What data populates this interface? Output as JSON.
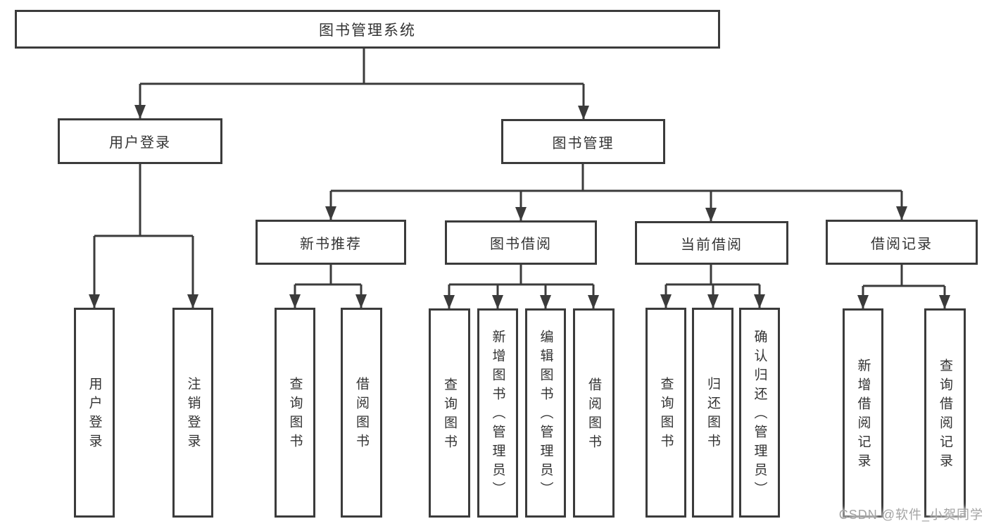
{
  "tree": {
    "label": "图书管理系统",
    "children": [
      {
        "label": "用户登录",
        "children": [
          {
            "label": "用户登录"
          },
          {
            "label": "注销登录"
          }
        ]
      },
      {
        "label": "图书管理",
        "children": [
          {
            "label": "新书推荐",
            "children": [
              {
                "label": "查询图书"
              },
              {
                "label": "借阅图书"
              }
            ]
          },
          {
            "label": "图书借阅",
            "children": [
              {
                "label": "查询图书"
              },
              {
                "label": "新增图书（管理员）"
              },
              {
                "label": "编辑图书（管理员）"
              },
              {
                "label": "借阅图书"
              }
            ]
          },
          {
            "label": "当前借阅",
            "children": [
              {
                "label": "查询图书"
              },
              {
                "label": "归还图书"
              },
              {
                "label": "确认归还（管理员）"
              }
            ]
          },
          {
            "label": "借阅记录",
            "children": [
              {
                "label": "新增借阅记录"
              },
              {
                "label": "查询借阅记录"
              }
            ]
          }
        ]
      }
    ]
  },
  "watermark": {
    "text": "CSDN @软件_小贺同学"
  },
  "colors": {
    "line": "#3b3b3b",
    "text": "#333333",
    "background": "#ffffff",
    "watermark": "#a3a3a3"
  }
}
